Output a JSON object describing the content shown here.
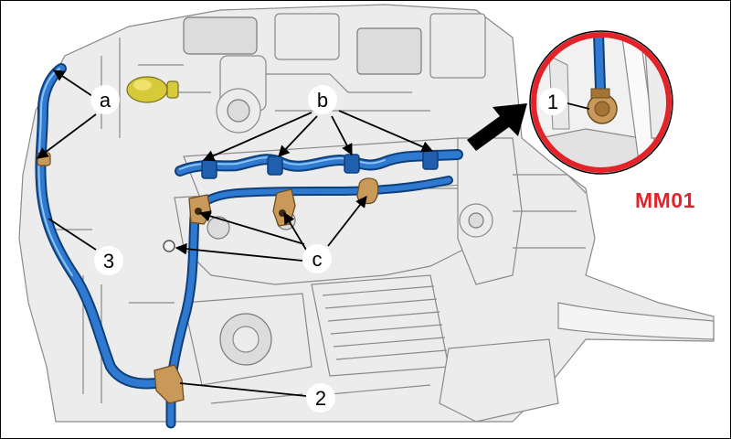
{
  "callouts": {
    "a": "a",
    "b": "b",
    "c": "c",
    "n1": "1",
    "n2": "2",
    "n3": "3"
  },
  "inset_label": "MM01",
  "colors": {
    "hose": "#2f7ad0",
    "hose_dark": "#0d3f7a",
    "clip": "#c9995a",
    "inset_ring": "#e3222a",
    "inset_label": "#e3222a"
  },
  "icons": {
    "arrow": "arrow-to-inset-icon",
    "clip": "clip-icon"
  }
}
